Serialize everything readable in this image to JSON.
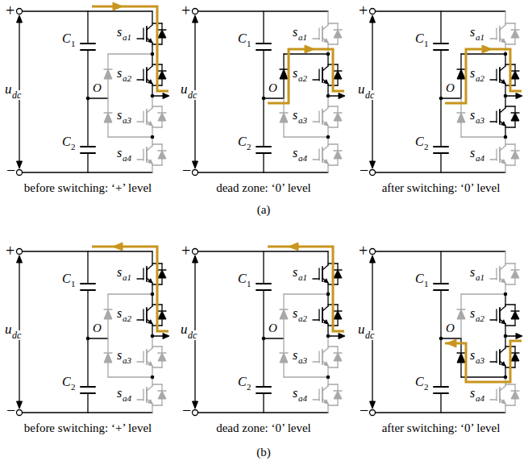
{
  "diagram": {
    "labels": [
      "+",
      "−",
      "u",
      "dc",
      "C",
      "1",
      "C",
      "2",
      "O",
      "s",
      "a1",
      "s",
      "a2",
      "s",
      "a3",
      "s",
      "a4",
      "+",
      "−",
      "u",
      "dc",
      "C",
      "1",
      "C",
      "2",
      "O",
      "s",
      "a1",
      "s",
      "a2",
      "s",
      "a3",
      "s",
      "a4",
      "+",
      "−",
      "u",
      "dc",
      "C",
      "1",
      "C",
      "2",
      "O",
      "s",
      "a1",
      "s",
      "a2",
      "s",
      "a3",
      "s",
      "a4",
      "+",
      "−",
      "u",
      "dc",
      "C",
      "1",
      "C",
      "2",
      "O",
      "s",
      "a1",
      "s",
      "a2",
      "s",
      "a3",
      "s",
      "a4",
      "+",
      "−",
      "u",
      "dc",
      "C",
      "1",
      "C",
      "2",
      "O",
      "s",
      "a1",
      "s",
      "a2",
      "s",
      "a3",
      "s",
      "a4",
      "+",
      "−",
      "u",
      "dc",
      "C",
      "1",
      "C",
      "2",
      "O",
      "s",
      "a1",
      "s",
      "a2",
      "s",
      "a3",
      "s",
      "a4",
      "before switching: ‘+’ level",
      "dead zone: ‘0’ level",
      "after switching: ‘0’ level",
      "before switching: ‘+’ level",
      "dead zone: ‘0’ level",
      "after switching: ‘0’ level",
      "(a)",
      "(b)"
    ]
  }
}
